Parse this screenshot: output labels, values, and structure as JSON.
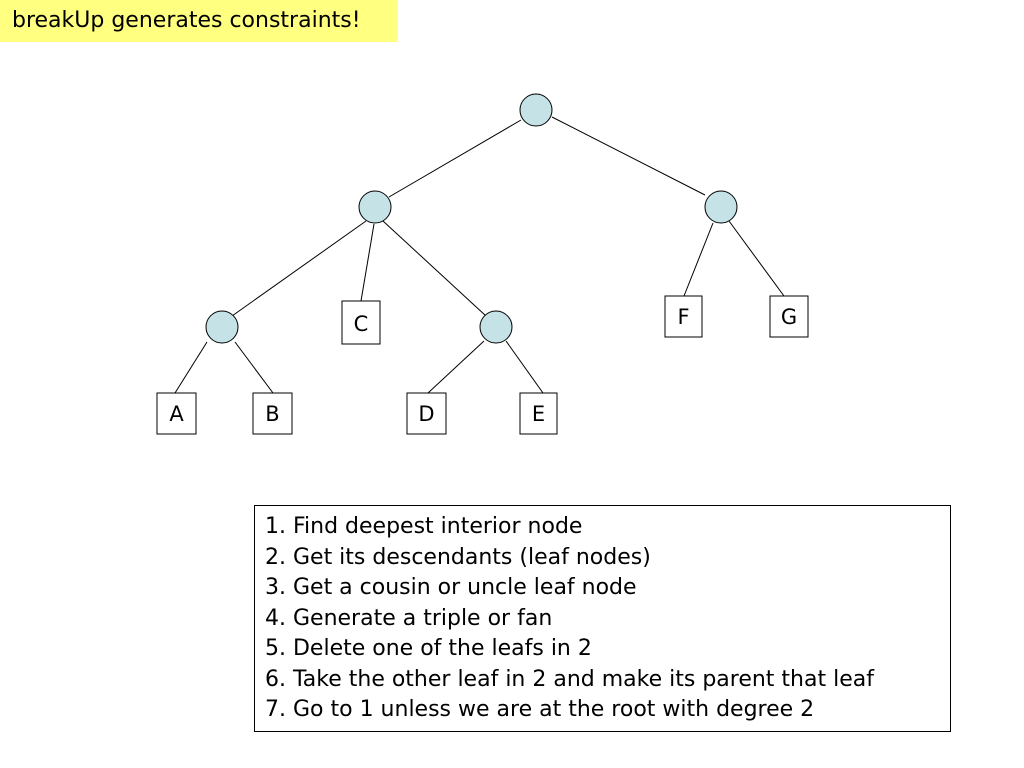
{
  "title": "breakUp generates constraints!",
  "tree": {
    "leaves": {
      "a": "A",
      "b": "B",
      "c": "C",
      "d": "D",
      "e": "E",
      "f": "F",
      "g": "G"
    }
  },
  "steps": [
    "1. Find deepest interior node",
    "2. Get its descendants (leaf nodes)",
    "3. Get a cousin or uncle leaf node",
    "4. Generate a triple or fan",
    "5. Delete one of the leafs in 2",
    "6. Take the other leaf in 2 and make its parent that leaf",
    "7. Go to 1 unless we are at the root with degree 2"
  ]
}
